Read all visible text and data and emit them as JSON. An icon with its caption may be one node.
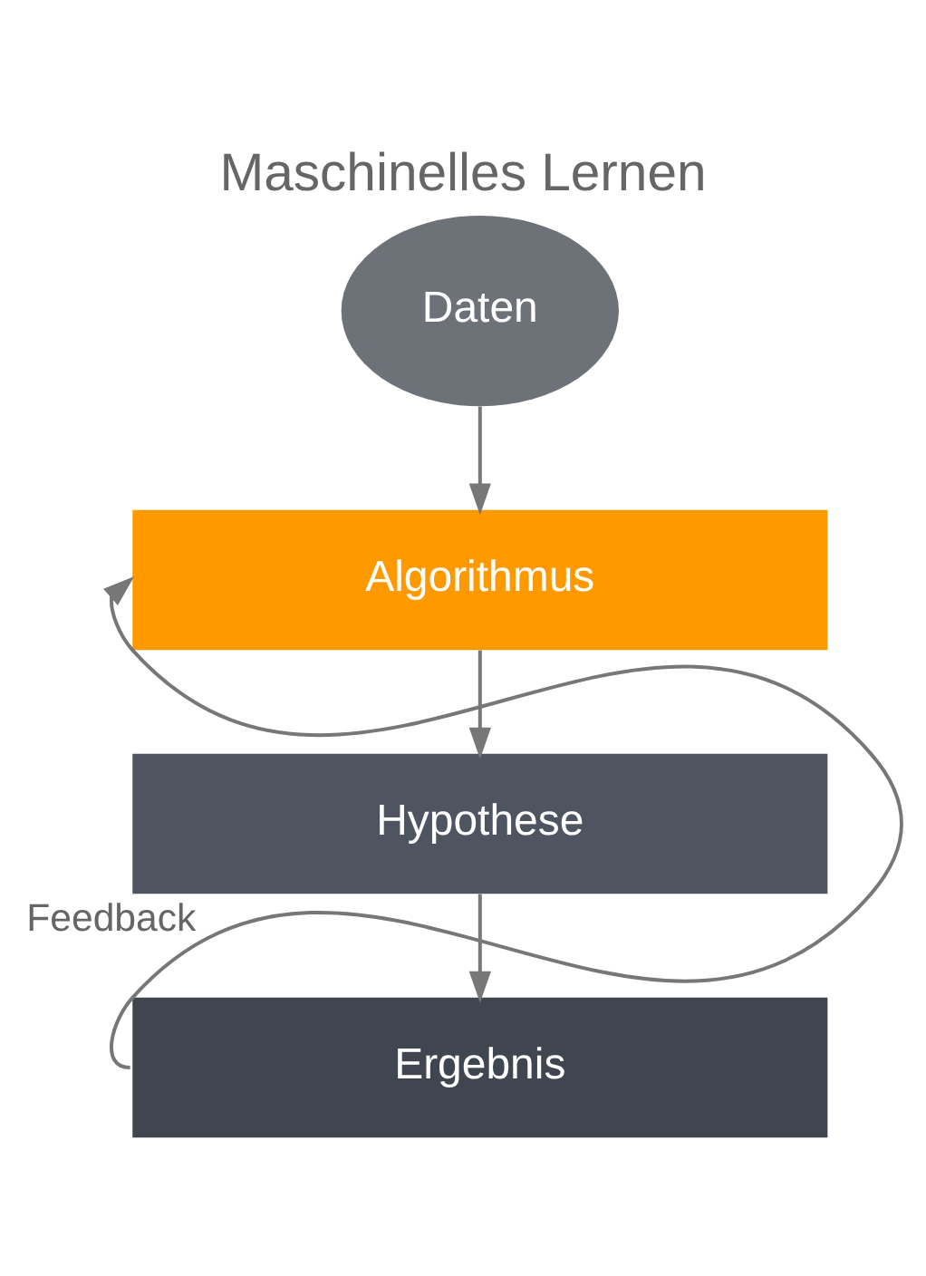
{
  "diagram": {
    "title": "Maschinelles Lernen",
    "nodes": [
      {
        "text": [
          "Daten"
        ]
      },
      {
        "text": [
          "Algorithmus"
        ]
      },
      {
        "text": [
          "Hypothese"
        ]
      },
      {
        "text": [
          "Ergebnis"
        ]
      }
    ],
    "edges": [
      {
        "from": 0,
        "to": 1,
        "arrow": "to"
      },
      {
        "from": 1,
        "to": 2,
        "arrow": "to"
      },
      {
        "from": 2,
        "to": 3,
        "arrow": "to"
      },
      {
        "from": 3,
        "to": 1,
        "arrow": "to",
        "label": "Feedback"
      }
    ]
  }
}
